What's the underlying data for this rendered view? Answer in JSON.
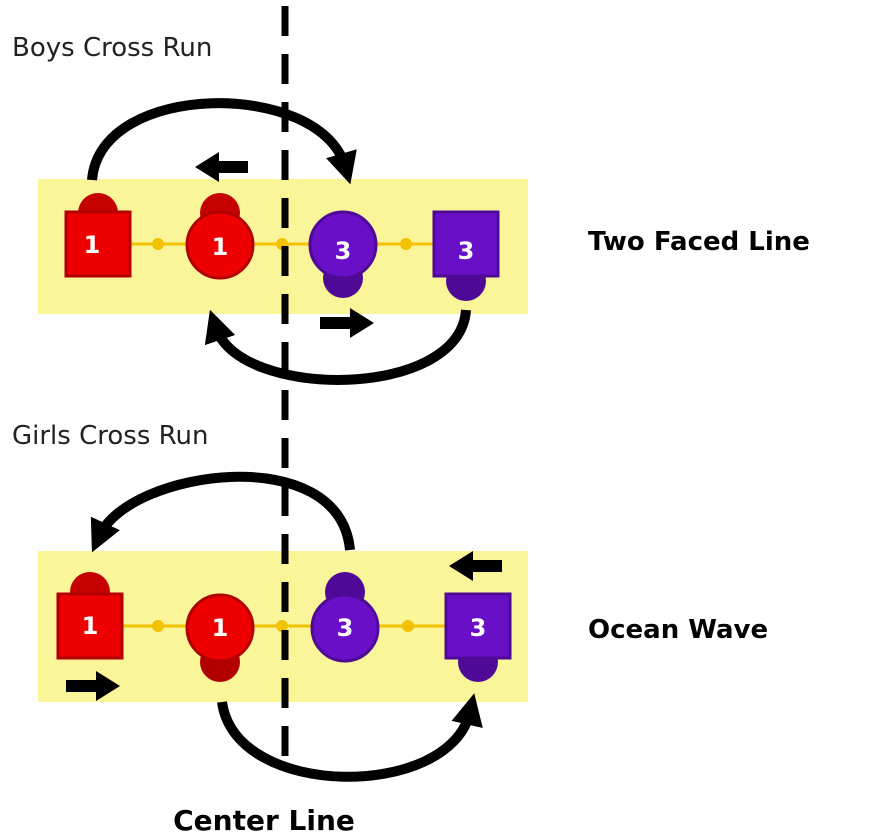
{
  "sections": [
    {
      "run_label": "Boys Cross Run",
      "formation_label": "Two Faced Line",
      "dancers": [
        "1",
        "1",
        "3",
        "3"
      ]
    },
    {
      "run_label": "Girls Cross Run",
      "formation_label": "Ocean Wave",
      "dancers": [
        "1",
        "1",
        "3",
        "3"
      ]
    }
  ],
  "center_line_label": "Center Line",
  "colors": {
    "band": "#fbf59a",
    "couple1": "#ee0000",
    "couple1_dark": "#b20000",
    "couple3": "#6a0fc8",
    "couple3_dark": "#4e0a96",
    "handhold": "#f2c200",
    "arrow": "#000000"
  },
  "icons": [
    "boy-square-icon",
    "girl-circle-icon",
    "arrow-icon",
    "dashed-center-line"
  ]
}
